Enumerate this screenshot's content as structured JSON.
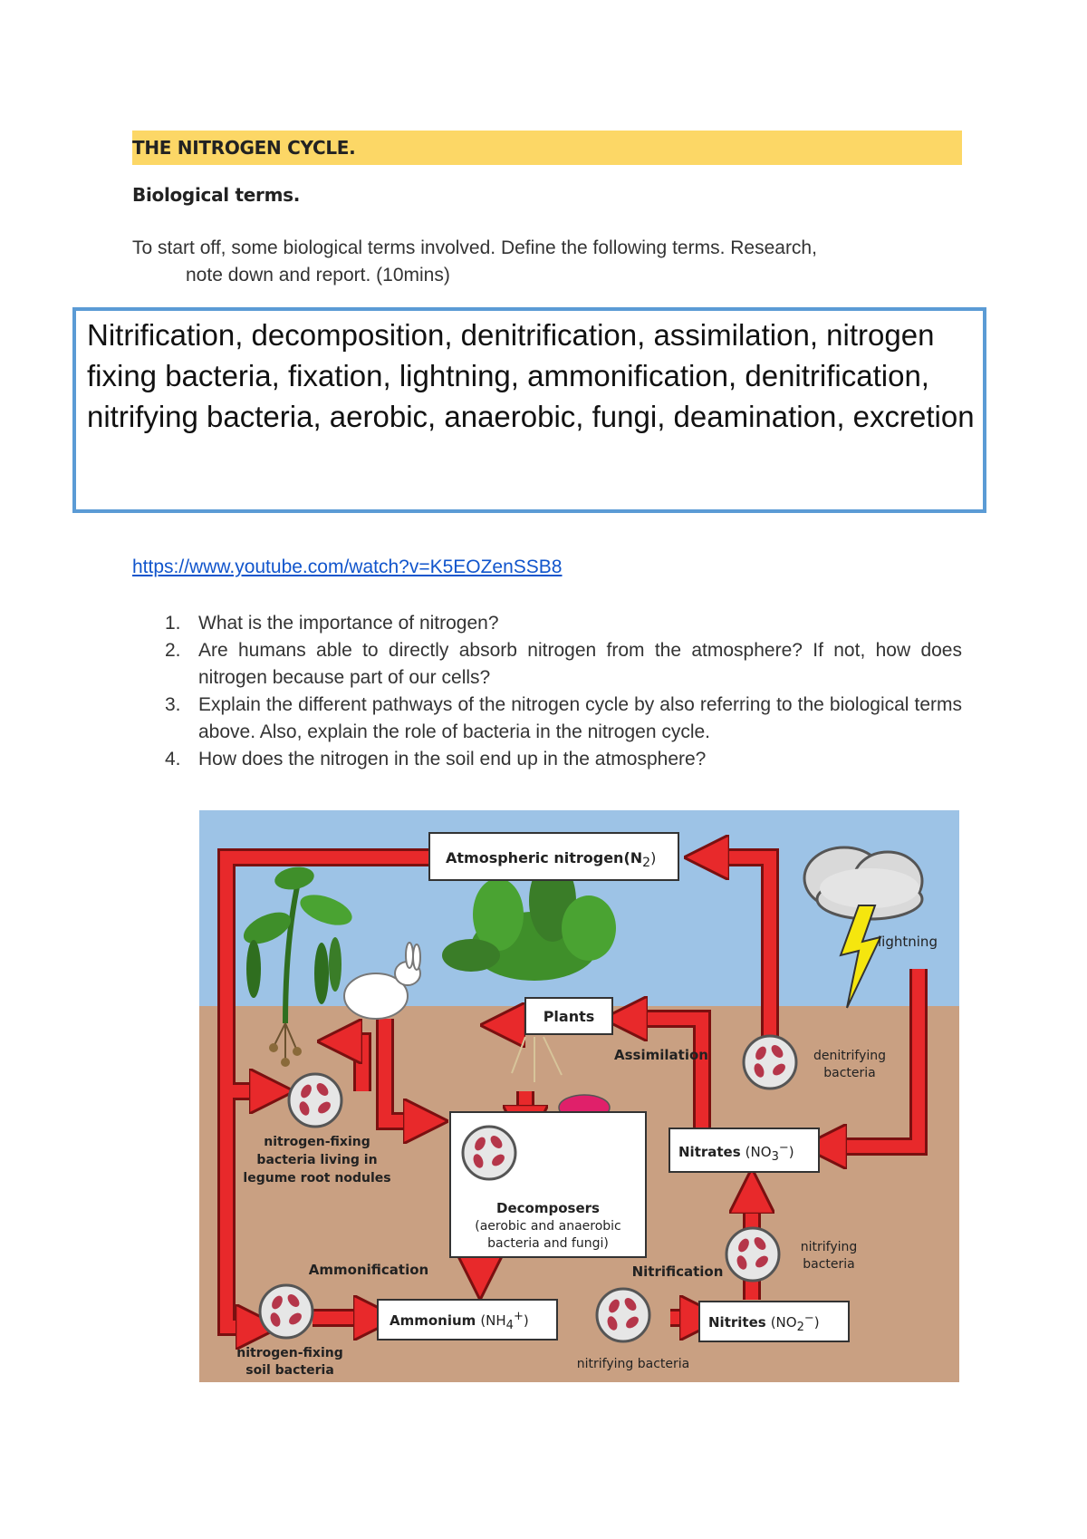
{
  "document": {
    "title": "THE NITROGEN CYCLE.",
    "subtitle": "Biological terms.",
    "intro_line1": "To start off, some biological terms involved. Define the following terms. Research,",
    "intro_line2": "note down and report. (10mins)",
    "terms": "Nitrification, decomposition, denitrification, assimilation, nitrogen fixing bacteria, fixation, lightning, ammonification, denitrification, nitrifying bacteria, aerobic, anaerobic, fungi, deamination, excretion",
    "link": "https://www.youtube.com/watch?v=K5EOZenSSB8",
    "questions": [
      {
        "num": "1.",
        "text": "What is the importance of nitrogen?"
      },
      {
        "num": "2.",
        "text": "Are humans able to directly absorb nitrogen from the atmosphere? If not, how does nitrogen because part of our cells?"
      },
      {
        "num": "3.",
        "text": "Explain the different pathways of the nitrogen cycle by also referring to the biological terms above. Also, explain the role of bacteria in the nitrogen cycle."
      },
      {
        "num": "4.",
        "text": "How does the nitrogen in the soil end up in the atmosphere?"
      }
    ]
  },
  "diagram": {
    "atmospheric": "Atmospheric nitrogen(N",
    "atmospheric_sub": "2",
    "atmospheric_end": ")",
    "lightning": "lightning",
    "plants": "Plants",
    "assimilation": "Assimilation",
    "denitrifying": [
      "denitrifying",
      "bacteria"
    ],
    "nitrogen_fixing_nodules": [
      "nitrogen-fixing",
      "bacteria living in",
      "legume root nodules"
    ],
    "decomposers": [
      "Decomposers",
      "(aerobic and anaerobic",
      "bacteria and fungi)"
    ],
    "nitrates": "Nitrates",
    "nitrates_formula": "(NO",
    "nitrates_sub": "3",
    "nitrates_sup": "−",
    "nitrates_end": ")",
    "nitrifying_right": [
      "nitrifying",
      "bacteria"
    ],
    "ammonification": "Ammonification",
    "nitrification": "Nitrification",
    "ammonium": "Ammonium",
    "ammonium_formula": "(NH",
    "ammonium_sub": "4",
    "ammonium_sup": "+",
    "ammonium_end": ")",
    "nitrites": "Nitrites",
    "nitrites_formula": "(NO",
    "nitrites_sub": "2",
    "nitrites_sup": "−",
    "nitrites_end": ")",
    "soil_bacteria": [
      "nitrogen-fixing",
      "soil bacteria"
    ],
    "nitrifying_bottom": "nitrifying bacteria",
    "colors": {
      "sky": "#9dc3e6",
      "soil": "#c9a082",
      "arrow": "#e8292b",
      "arrow_edge": "#7a1010"
    }
  }
}
